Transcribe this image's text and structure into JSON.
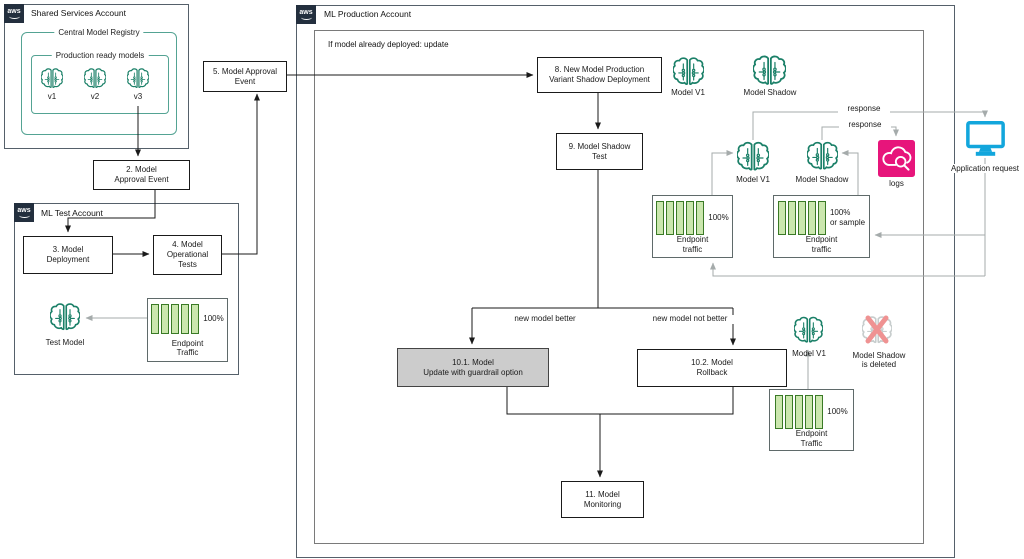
{
  "colors": {
    "model_icon_teal": "#1b8068",
    "endpoint_bar_fill": "#cbe7ae",
    "endpoint_bar_border": "#3a7a26",
    "logs_icon_pink": "#e7157b",
    "application_icon_cyan": "#12a6dc",
    "aws_logo_bg": "#232f3e",
    "registry_border_teal": "#54a393",
    "highlight_box_fill": "#cccccc",
    "deleted_cross_red": "#ef9292"
  },
  "shared_account": {
    "title": "Shared Services Account",
    "registry_title": "Central Model Registry",
    "group_title": "Production ready models",
    "models": [
      {
        "label": "v1"
      },
      {
        "label": "v2"
      },
      {
        "label": "v3"
      }
    ]
  },
  "outside": {
    "step2": "2. Model\nApproval Event",
    "step5": "5. Model Approval\nEvent",
    "app_request_label": "Application request"
  },
  "test_account": {
    "title": "ML Test Account",
    "step3": "3. Model\nDeployment",
    "step4": "4. Model\nOperational\nTests",
    "test_model_label": "Test Model",
    "endpoint": {
      "value": "100%",
      "label": "Endpoint\nTraffic"
    }
  },
  "production_account": {
    "title": "ML Production Account",
    "note": "If model already deployed: update",
    "step8": "8. New Model Production\nVariant Shadow Deployment",
    "step9": "9. Model Shadow\nTest",
    "step10_1": "10.1. Model\nUpdate with guardrail option",
    "step10_2": "10.2. Model\nRollback",
    "step11": "11. Model\nMonitoring",
    "branch_left_label": "new model better",
    "branch_right_label": "new model not better",
    "deploy_icons": {
      "model_v1": "Model V1",
      "model_shadow": "Model Shadow"
    },
    "serving": {
      "model_v1": "Model V1",
      "model_shadow": "Model Shadow",
      "response_label_1": "response",
      "response_label_2": "response",
      "logs_label": "logs",
      "endpoint_v1": {
        "value": "100%",
        "label": "Endpoint\ntraffic"
      },
      "endpoint_shadow": {
        "value": "100%\nor sample",
        "label": "Endpoint\ntraffic"
      }
    },
    "after_rollback": {
      "model_v1": "Model V1",
      "shadow_deleted": "Model Shadow\nis deleted",
      "endpoint": {
        "value": "100%",
        "label": "Endpoint\nTraffic"
      }
    }
  }
}
